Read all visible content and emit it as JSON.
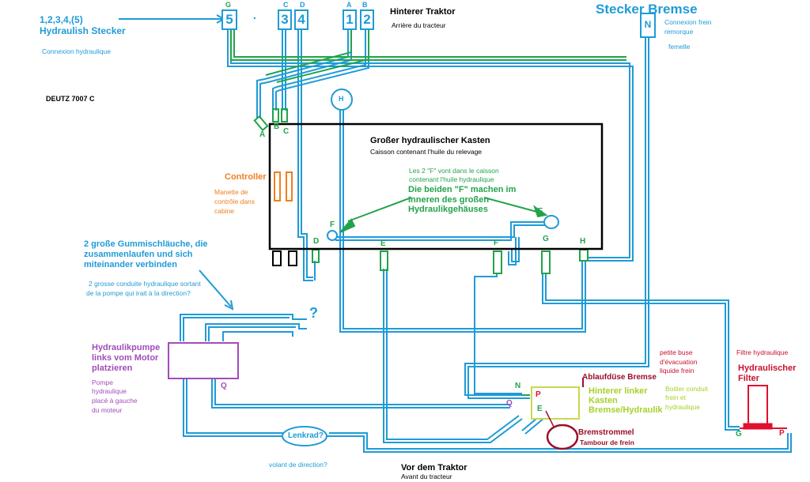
{
  "texts": {
    "stecker_ids": "1,2,3,4,(5)",
    "hydraulisch_stecker": "Hydraulish Stecker",
    "connexion_hydraulique": "Connexion hydraulique",
    "deutz": "DEUTZ 7007 C",
    "hinterer_traktor": "Hinterer Traktor",
    "arriere_tracteur": "Arrière du tracteur",
    "stecker_bremse": "Stecker Bremse",
    "connexion_frein_1": "Connexion frein",
    "connexion_frein_2": "remorque",
    "connexion_frein_3": "femelle",
    "kasten_title": "Großer hydraulischer Kasten",
    "kasten_fr": "Caisson contenant l'huile du relevage",
    "f_fr_1": "Les 2 \"F\" vont dans le caisson",
    "f_fr_2": "contenant l'huile hydraulique",
    "f_de_1": "Die beiden \"F\" machen im",
    "f_de_2": "Inneren des großen",
    "f_de_3": "Hydraulikgehäuses",
    "controller": "Controller",
    "manette_1": "Manette de",
    "manette_2": "contrôle dans",
    "manette_3": "cabine",
    "gummi_1": "2 große Gummischläuche, die",
    "gummi_2": "zusammenlaufen und sich",
    "gummi_3": "miteinander verbinden",
    "conduite_1": "2 grosse conduite hydraulique sortant",
    "conduite_2": "de la pompe qui irait à la direction?",
    "pumpe_1": "Hydraulikpumpe",
    "pumpe_2": "links vom Motor",
    "pumpe_3": "platzieren",
    "pompe_1": "Pompe",
    "pompe_2": "hydraulique",
    "pompe_3": "placé à gauche",
    "pompe_4": "du moteur",
    "lenkrad": "Lenkrad?",
    "volant": "volant de direction?",
    "vor_traktor": "Vor dem Traktor",
    "avant_tracteur": "Avant du tracteur",
    "buse_1": "petite buse",
    "buse_2": "d'évacuation",
    "buse_3": "liquide frein",
    "ablauf": "Ablaufdüse Bremse",
    "kasten_links_1": "Hinterer linker",
    "kasten_links_2": "Kasten",
    "kasten_links_3": "Bremse/Hydraulik",
    "boitier_1": "Boitier conduit",
    "boitier_2": "frein et",
    "boitier_3": "hydraulique",
    "bremstrommel": "Bremstrommel",
    "tambour": "Tambour de frein",
    "filtre": "Filtre hydraulique",
    "filter_1": "Hydraulischer",
    "filter_2": "Filter",
    "question": "?",
    "dot": "."
  },
  "ports": {
    "p5": "5",
    "p3": "3",
    "p4": "4",
    "p1": "1",
    "p2": "2",
    "pN": "N"
  },
  "port_letters": {
    "g_top": "G",
    "c_top": "C",
    "d_top": "D",
    "a_top": "A",
    "b_top": "B",
    "a_box": "A",
    "b_box": "B",
    "c_box": "C",
    "h_top": "H",
    "f_left": "F",
    "f_right": "F",
    "d_bot": "D",
    "e_bot": "E",
    "f_bot": "F",
    "g_bot": "G",
    "h_bot": "H",
    "q_pump": "Q",
    "n_brake": "N",
    "p_brake": "P",
    "q_brake": "Q",
    "e_brake": "E",
    "g_filter": "G",
    "p_filter": "P"
  },
  "colors": {
    "pipe_blue": "#1f9bd7",
    "pipe_green": "#22a34a",
    "controller_orange": "#f07e1e",
    "pump_purple": "#a24cb8",
    "filter_red": "#e0102e",
    "brake_box_lime": "#c8d84a"
  }
}
